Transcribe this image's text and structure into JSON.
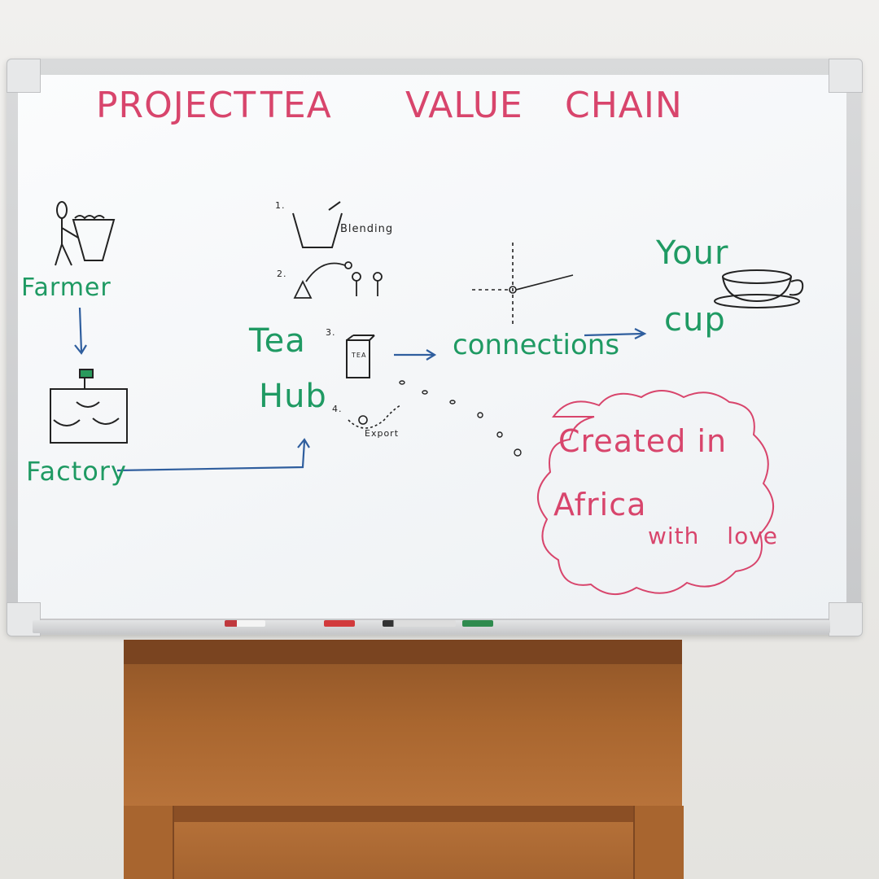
{
  "title": {
    "word1": "PROJECT",
    "word2": "TEA",
    "word3": "VALUE",
    "word4": "CHAIN"
  },
  "flow": {
    "farmer": "Farmer",
    "factory": "Factory",
    "tea_hub_line1": "Tea",
    "tea_hub_line2": "Hub",
    "connections": "connections",
    "your_cup_line1": "Your",
    "your_cup_line2": "cup"
  },
  "hub_steps": {
    "n1": "1.",
    "s1": "Blending",
    "n2": "2.",
    "n3": "3.",
    "box_label": "TEA",
    "n4": "4.",
    "s4": "Export"
  },
  "cloud": {
    "line1": "Created in",
    "line2": "Africa",
    "line3": "with love"
  },
  "colors": {
    "title_red": "#d8456c",
    "text_green": "#1f9a63",
    "arrow_blue": "#2f5e9e"
  }
}
